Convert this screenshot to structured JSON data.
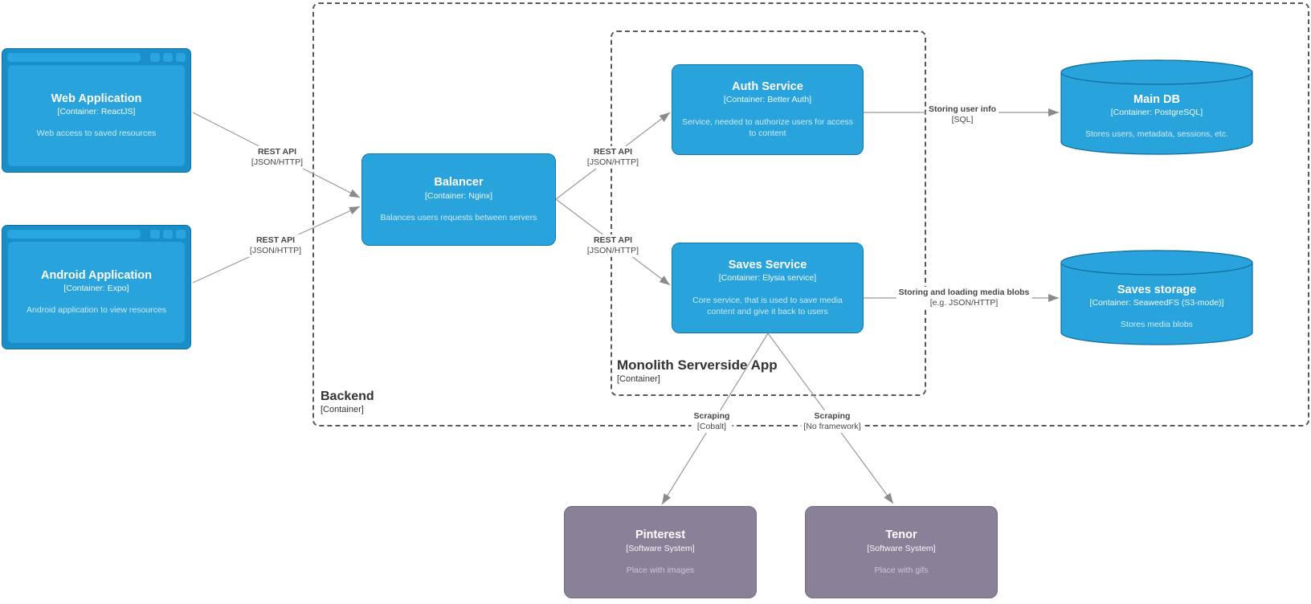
{
  "diagram": {
    "colors": {
      "container_fill": "#28a3dc",
      "container_frame": "#1a8ec8",
      "container_stroke": "#0e6e9d",
      "external_fill": "#8a8199",
      "edge_line": "#999999",
      "edge_arrow": "#8a8a8a",
      "boundary_dash": "#595959",
      "label_text": "#474747"
    },
    "nodes": {
      "web_app": {
        "title": "Web Application",
        "subtitle": "[Container: ReactJS]",
        "description": "Web access to saved resources"
      },
      "android_app": {
        "title": "Android Application",
        "subtitle": "[Container: Expo]",
        "description": "Android application to view resources"
      },
      "balancer": {
        "title": "Balancer",
        "subtitle": "[Container: Nginx]",
        "description": "Balances users requests between servers"
      },
      "auth_service": {
        "title": "Auth Service",
        "subtitle": "[Container: Better Auth]",
        "description": "Service, needed to authorize users for access to content"
      },
      "saves_service": {
        "title": "Saves Service",
        "subtitle": "[Container: Elysia service]",
        "description": "Core service, that is used to save media content and give it back to users"
      },
      "main_db": {
        "title": "Main DB",
        "subtitle": "[Container: PostgreSQL]",
        "description": "Stores users, metadata, sessions, etc."
      },
      "saves_storage": {
        "title": "Saves storage",
        "subtitle": "[Container: SeaweedFS (S3-mode)]",
        "description": "Stores media blobs"
      },
      "pinterest": {
        "title": "Pinterest",
        "subtitle": "[Software System]",
        "description": "Place with images"
      },
      "tenor": {
        "title": "Tenor",
        "subtitle": "[Software System]",
        "description": "Place with gifs"
      }
    },
    "boundaries": {
      "backend": {
        "title": "Backend",
        "subtitle": "[Container]"
      },
      "monolith": {
        "title": "Monolith Serverside App",
        "subtitle": "[Container]"
      }
    },
    "edges": {
      "web_to_balancer": {
        "label": "REST API",
        "sublabel": "[JSON/HTTP]"
      },
      "android_to_balancer": {
        "label": "REST API",
        "sublabel": "[JSON/HTTP]"
      },
      "balancer_to_auth": {
        "label": "REST API",
        "sublabel": "[JSON/HTTP]"
      },
      "balancer_to_saves": {
        "label": "REST API",
        "sublabel": "[JSON/HTTP]"
      },
      "auth_to_maindb": {
        "label": "Storing user info",
        "sublabel": "[SQL]"
      },
      "saves_to_storage": {
        "label": "Storing and loading media blobs",
        "sublabel": "[e.g. JSON/HTTP]"
      },
      "saves_to_pinterest": {
        "label": "Scraping",
        "sublabel": "[Cobalt]"
      },
      "saves_to_tenor": {
        "label": "Scraping",
        "sublabel": "[No framework]"
      }
    }
  }
}
